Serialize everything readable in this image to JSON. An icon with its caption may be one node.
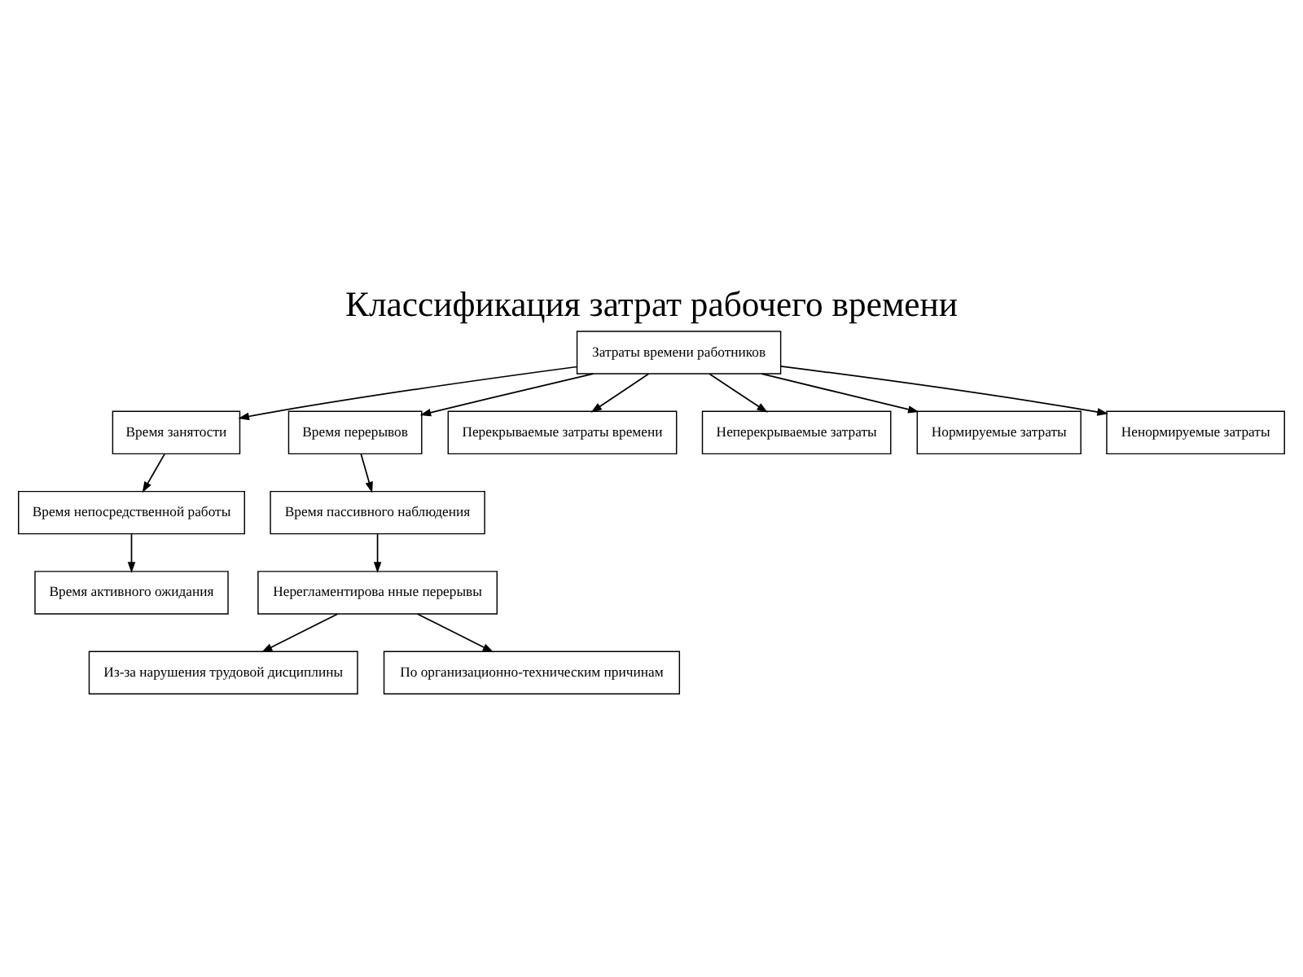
{
  "diagram": {
    "title": "Классификация затрат рабочего времени",
    "nodes": [
      {
        "text": [
          "Затраты времени работников"
        ]
      },
      {
        "text": [
          "Время занятости"
        ]
      },
      {
        "text": [
          "Время перерывов"
        ]
      },
      {
        "text": [
          "Время непосредственной работы"
        ]
      },
      {
        "text": [
          "Время пассивного наблюдения"
        ]
      },
      {
        "text": [
          "Время активного ожидания"
        ]
      },
      {
        "text": [
          "Нерегламентирова нные перерывы"
        ]
      },
      {
        "text": [
          "Из-за нарушения трудовой дисциплины"
        ]
      },
      {
        "text": [
          "По организационно-техническим причинам"
        ]
      },
      {
        "text": [
          "Перекрываемые затраты времени"
        ]
      },
      {
        "text": [
          "Неперекрываемые затраты"
        ]
      },
      {
        "text": [
          "Нормируемые затраты"
        ]
      },
      {
        "text": [
          "Ненормируемые затраты"
        ]
      }
    ],
    "edges": [
      {
        "from": 0,
        "to": 1,
        "arrow": "to"
      },
      {
        "from": 0,
        "to": 2,
        "arrow": "to"
      },
      {
        "from": 1,
        "to": 3,
        "arrow": "to"
      },
      {
        "from": 3,
        "to": 5,
        "arrow": "to"
      },
      {
        "from": 2,
        "to": 4,
        "arrow": "to"
      },
      {
        "from": 4,
        "to": 6,
        "arrow": "to"
      },
      {
        "from": 6,
        "to": 7,
        "arrow": "to"
      },
      {
        "from": 6,
        "to": 8,
        "arrow": "to"
      },
      {
        "from": 0,
        "to": 9,
        "arrow": "to"
      },
      {
        "from": 0,
        "to": 10,
        "arrow": "to"
      },
      {
        "from": 0,
        "to": 11,
        "arrow": "to"
      },
      {
        "from": 0,
        "to": 12,
        "arrow": "to"
      }
    ]
  }
}
